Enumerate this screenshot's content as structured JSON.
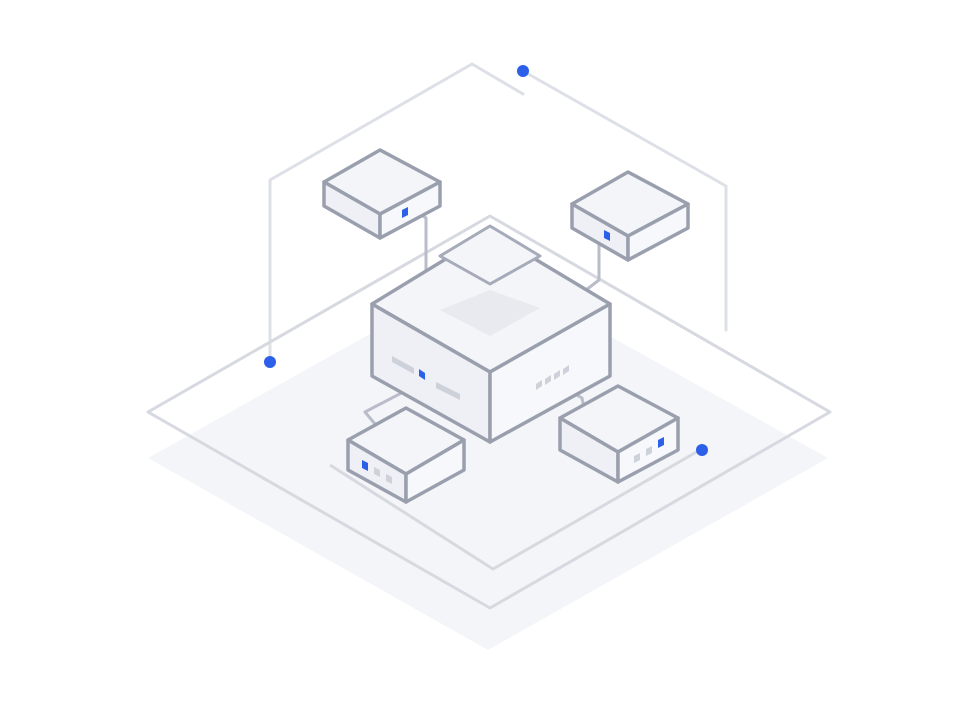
{
  "illustration": {
    "name": "network-nodes-illustration",
    "colors": {
      "background": "#ffffff",
      "platform_fill": "#f4f5f8",
      "platform_outline": "#d7d9e0",
      "frame_line": "#dde0e6",
      "box_stroke": "#9a9fae",
      "box_top": "#f4f5f9",
      "box_left": "#eef0f5",
      "box_right": "#f7f8fb",
      "accent": "#2d60e8",
      "indicator_gray": "#cdd1da"
    },
    "icons": {
      "central_node": "server-cube-icon",
      "peripheral_node": "device-box-icon",
      "connector": "connection-line",
      "endpoint": "blue-dot-icon"
    },
    "nodes": [
      {
        "id": "central-server",
        "role": "hub"
      },
      {
        "id": "node-top-left",
        "role": "peripheral"
      },
      {
        "id": "node-top-right",
        "role": "peripheral"
      },
      {
        "id": "node-bottom-left",
        "role": "peripheral"
      },
      {
        "id": "node-bottom-right",
        "role": "peripheral"
      }
    ],
    "connections": [
      [
        "central-server",
        "node-top-left"
      ],
      [
        "central-server",
        "node-top-right"
      ],
      [
        "central-server",
        "node-bottom-left"
      ],
      [
        "central-server",
        "node-bottom-right"
      ]
    ],
    "endpoint_count": 3
  }
}
